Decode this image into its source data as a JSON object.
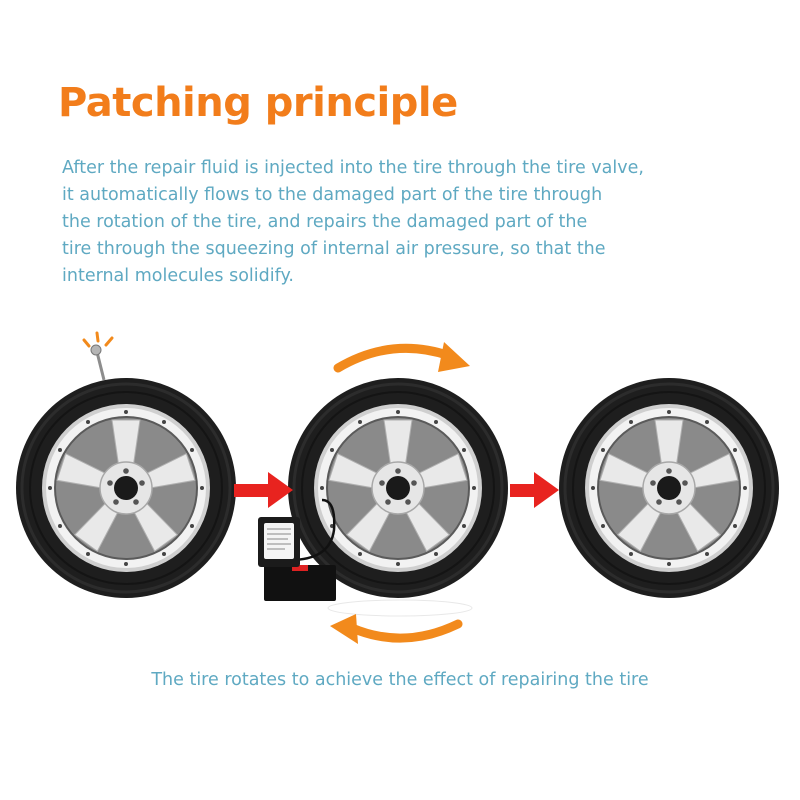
{
  "title": "Patching principle",
  "description_lines": [
    "After the repair fluid is injected into the tire through the tire valve,",
    "it automatically flows to the damaged part of the tire through",
    "the rotation of the tire, and repairs the damaged part of the",
    "tire through the squeezing of internal air pressure, so that the",
    "internal molecules solidify."
  ],
  "caption": "The tire rotates to achieve the effect of repairing the tire",
  "colors": {
    "title": "#f27d1b",
    "text": "#5fa9c2",
    "arrow_red": "#e8231f",
    "arrow_orange": "#f28a1c",
    "tire": "#1f1f1f",
    "rim": "#d9d9d9"
  },
  "icons": [
    "nail-icon",
    "right-arrow-icon",
    "rotation-arrow-icon",
    "sealant-compressor-icon"
  ]
}
